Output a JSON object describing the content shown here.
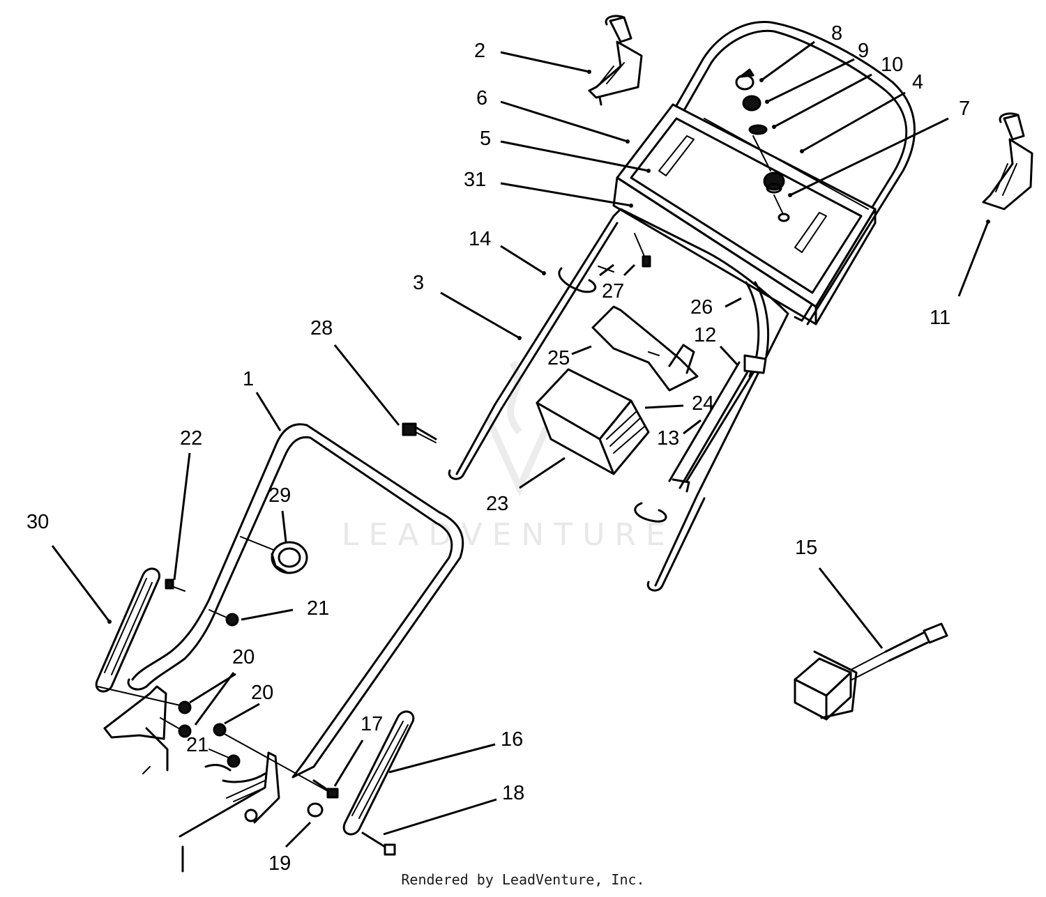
{
  "watermark": {
    "text": "LEADVENTURE",
    "color": "#e8e8e8"
  },
  "footer": {
    "text": "Rendered by LeadVenture, Inc."
  },
  "callouts": [
    {
      "id": "c1",
      "label": "1"
    },
    {
      "id": "c2",
      "label": "2"
    },
    {
      "id": "c3",
      "label": "3"
    },
    {
      "id": "c4",
      "label": "4"
    },
    {
      "id": "c5",
      "label": "5"
    },
    {
      "id": "c6",
      "label": "6"
    },
    {
      "id": "c7",
      "label": "7"
    },
    {
      "id": "c8",
      "label": "8"
    },
    {
      "id": "c9",
      "label": "9"
    },
    {
      "id": "c10",
      "label": "10"
    },
    {
      "id": "c11",
      "label": "11"
    },
    {
      "id": "c12",
      "label": "12"
    },
    {
      "id": "c13",
      "label": "13"
    },
    {
      "id": "c14",
      "label": "14"
    },
    {
      "id": "c15",
      "label": "15"
    },
    {
      "id": "c16",
      "label": "16"
    },
    {
      "id": "c17",
      "label": "17"
    },
    {
      "id": "c18",
      "label": "18"
    },
    {
      "id": "c19",
      "label": "19"
    },
    {
      "id": "c20a",
      "label": "20"
    },
    {
      "id": "c20b",
      "label": "20"
    },
    {
      "id": "c21a",
      "label": "21"
    },
    {
      "id": "c21b",
      "label": "21"
    },
    {
      "id": "c22",
      "label": "22"
    },
    {
      "id": "c23",
      "label": "23"
    },
    {
      "id": "c24",
      "label": "24"
    },
    {
      "id": "c25",
      "label": "25"
    },
    {
      "id": "c26",
      "label": "26"
    },
    {
      "id": "c27",
      "label": "27"
    },
    {
      "id": "c28",
      "label": "28"
    },
    {
      "id": "c29",
      "label": "29"
    },
    {
      "id": "c30",
      "label": "30"
    },
    {
      "id": "c31",
      "label": "31"
    }
  ]
}
